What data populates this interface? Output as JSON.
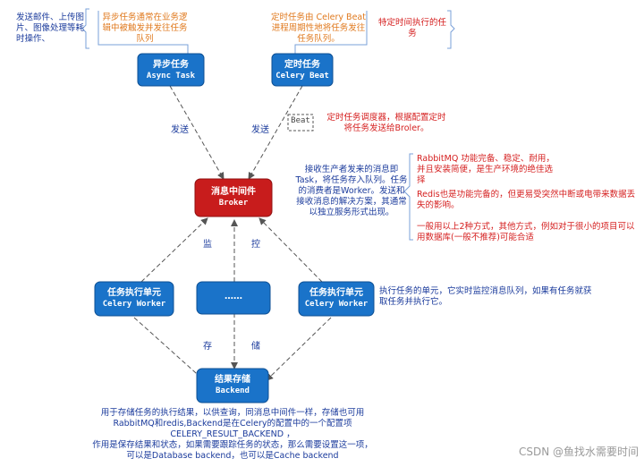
{
  "nodes": {
    "async_task": {
      "title": "异步任务",
      "subtitle": "Async Task"
    },
    "celery_beat": {
      "title": "定时任务",
      "subtitle": "Celery Beat"
    },
    "broker": {
      "title": "消息中间件",
      "subtitle": "Broker"
    },
    "worker_left": {
      "title": "任务执行单元",
      "subtitle": "Celery Worker"
    },
    "worker_mid": {
      "title": "……"
    },
    "worker_right": {
      "title": "任务执行单元",
      "subtitle": "Celery Worker"
    },
    "backend": {
      "title": "结果存储",
      "subtitle": "Backend"
    },
    "beat_small": {
      "label": "Beat"
    }
  },
  "notes": {
    "async_examples": "发送邮件、上传图片、图像处理等耗时操作、",
    "async_desc": "异步任务通常在业务逻辑中被触发并发往任务队列",
    "beat_desc": "定时任务由 Celery Beat 进程周期性地将任务发往任务队列。",
    "beat_examples": "特定时间执行的任务",
    "beat_scheduler": "定时任务调度器，根据配置定时将任务发送给Broler。",
    "broker_desc": "接收生产者发来的消息即Task，将任务存入队列。任务的消费者是Worker。发送和接收消息的解决方案，其通常以独立服务形式出现。",
    "broker_opt_rabbit": "RabbitMQ 功能完备、稳定、耐用，并且安装简便，是生产环境的绝佳选择",
    "broker_opt_redis": "Redis也是功能完备的，但更易受突然中断或电带来数据丢失的影响。",
    "broker_opt_db": "一般用以上2种方式，其他方式，例如对于很小的项目可以用数据库(一般不推荐)可能合适",
    "worker_desc": "执行任务的单元，它实时监控消息队列，如果有任务就获取任务并执行它。",
    "backend_desc_1": "用于存储任务的执行结果，以供查询，同消息中间件一样，存储也可用RabbitMQ和redis,Backend是在Celery的配置中的一个配置项",
    "backend_desc_2": "CELERY_RESULT_BACKEND ，",
    "backend_desc_3": "作用是保存结果和状态，如果需要跟踪任务的状态，那么需要设置这一项，可以是Database backend，也可以是Cache backend"
  },
  "edge_labels": {
    "send_left": "发送",
    "send_right": "发送",
    "monitor_left": "监",
    "monitor_right": "控",
    "store_left": "存",
    "store_right": "储"
  },
  "watermark": "CSDN @鱼找水需要时间",
  "colors": {
    "node_fill_blue": "#1a73c9",
    "node_fill_broker": "#c81c1c",
    "arrow": "#555555",
    "bracket": "#7aa0d8",
    "note_blue": "#1b3b9c",
    "note_orange": "#e07a1f",
    "note_red": "#d51f1f"
  }
}
